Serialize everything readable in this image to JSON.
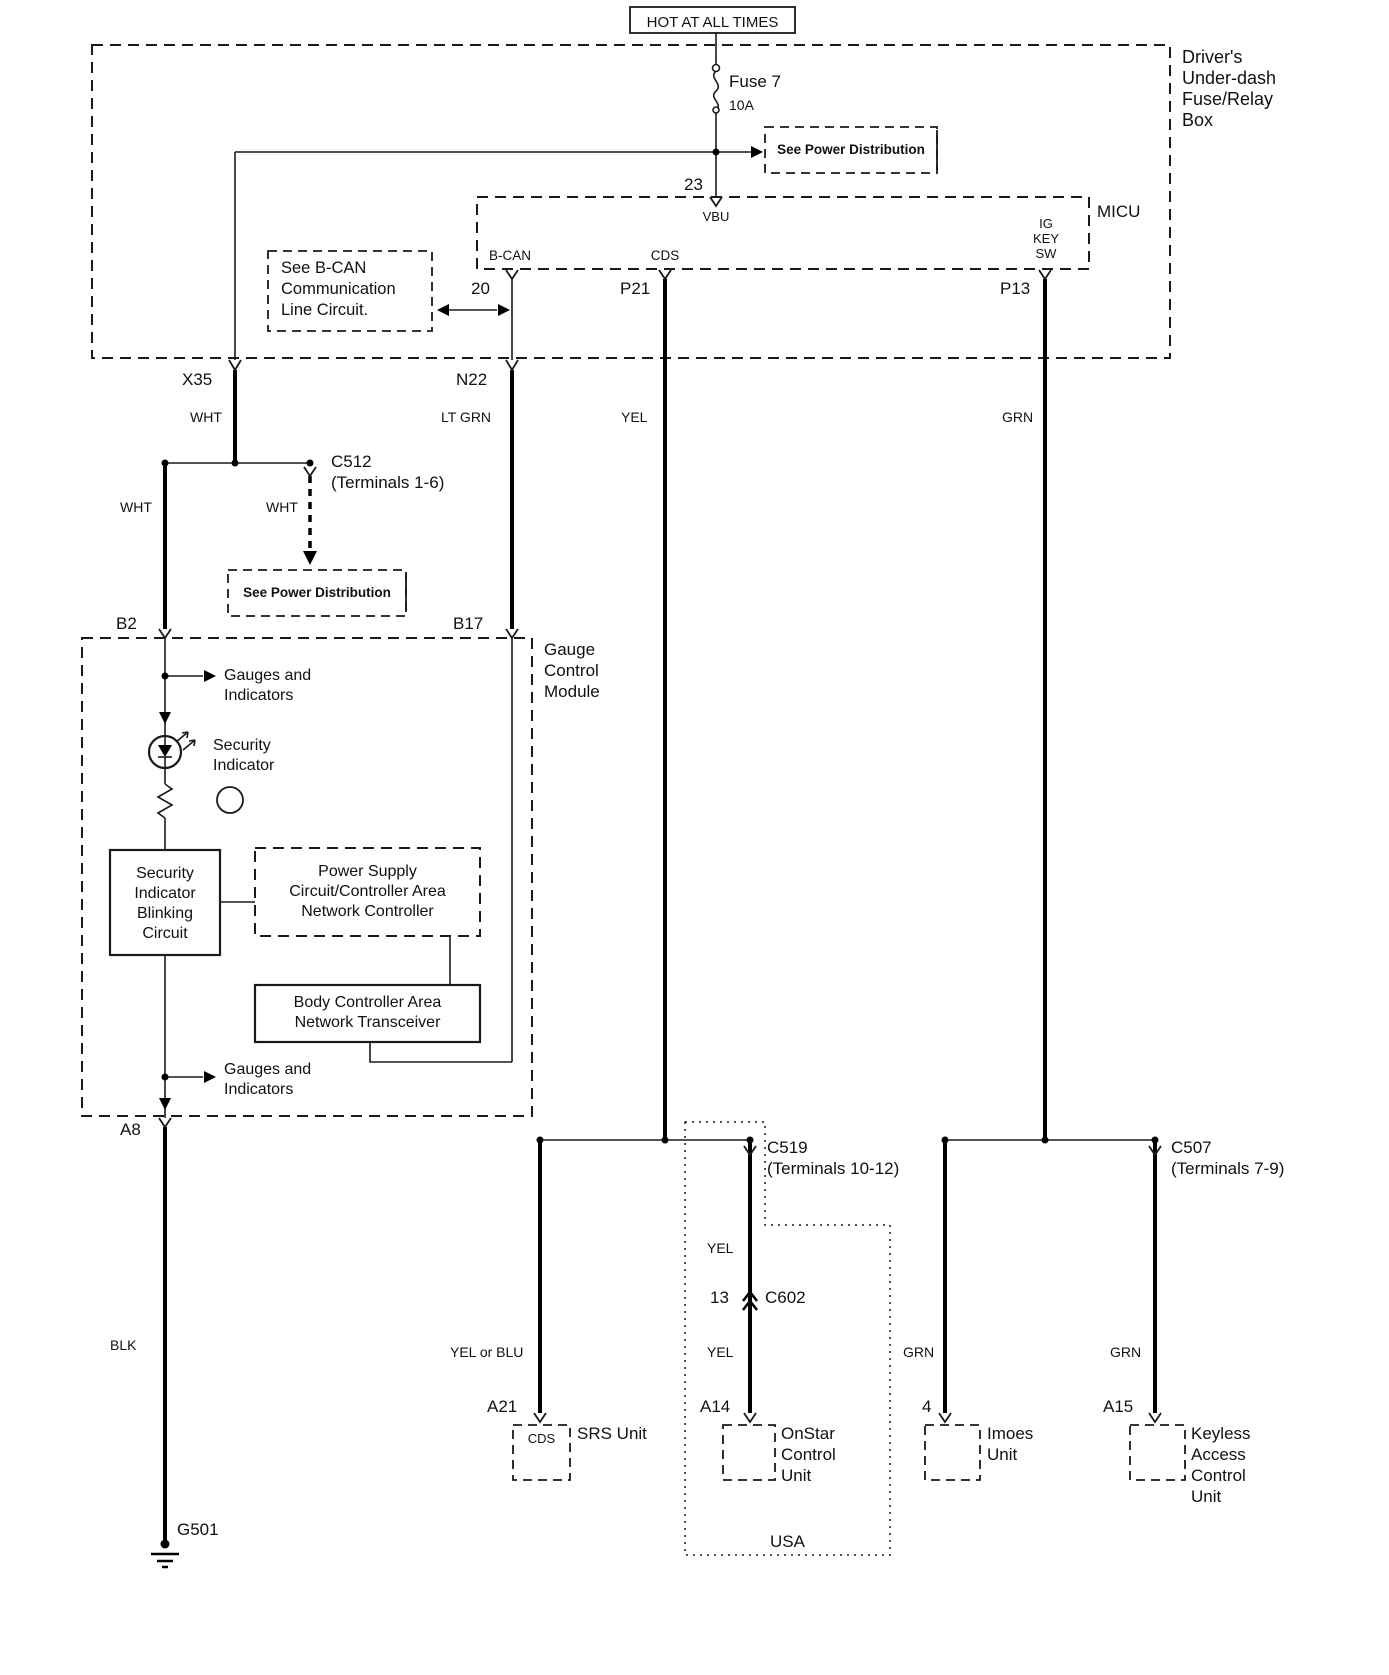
{
  "header": {
    "hot_at_all_times": "HOT AT ALL TIMES"
  },
  "fuse_box": {
    "label": "Driver's\nUnder-dash\nFuse/Relay\nBox",
    "fuse_name": "Fuse 7",
    "fuse_rating": "10A",
    "see_power_distribution": "See Power Distribution",
    "pin_23": "23"
  },
  "micu": {
    "label": "MICU",
    "pin_vbu": "VBU",
    "pin_ig_key_sw": "IG\nKEY\nSW",
    "pin_b_can": "B-CAN",
    "pin_cds": "CDS",
    "pin_20": "20",
    "pin_p21": "P21",
    "pin_p13": "P13"
  },
  "notes": {
    "see_b_can": "See B-CAN\nCommunication\nLine Circuit.",
    "see_power_distribution": "See Power Distribution"
  },
  "connectors": {
    "x35": "X35",
    "n22": "N22",
    "c512": "C512\n(Terminals 1-6)",
    "b2": "B2",
    "b17": "B17",
    "a8": "A8",
    "c519": "C519\n(Terminals 10-12)",
    "c507": "C507\n(Terminals 7-9)",
    "pin_13": "13",
    "c602": "C602",
    "a21": "A21",
    "a14": "A14",
    "pin_4": "4",
    "a15": "A15"
  },
  "wire_colors": {
    "x35_wht": "WHT",
    "left_wht": "WHT",
    "c512_wht": "WHT",
    "n22_lt_grn": "LT GRN",
    "p21_yel": "YEL",
    "p13_grn": "GRN",
    "a8_blk": "BLK",
    "srs_yel_or_blu": "YEL or BLU",
    "onstar_yel_upper": "YEL",
    "onstar_yel_lower": "YEL",
    "imoes_grn": "GRN",
    "keyless_grn": "GRN"
  },
  "gauge_module": {
    "label": "Gauge\nControl\nModule",
    "gauges_and_indicators_top": "Gauges and\nIndicators",
    "security_indicator": "Security\nIndicator",
    "blinking_circuit": "Security\nIndicator\nBlinking\nCircuit",
    "power_supply": "Power Supply\nCircuit/Controller Area\nNetwork Controller",
    "body_can": "Body Controller Area\nNetwork Transceiver",
    "gauges_and_indicators_bottom": "Gauges and\nIndicators"
  },
  "ground": {
    "g501": "G501"
  },
  "units": {
    "srs_cds": "CDS",
    "srs": "SRS Unit",
    "onstar": "OnStar\nControl\nUnit",
    "imoes": "Imoes\nUnit",
    "keyless": "Keyless\nAccess\nControl\nUnit",
    "usa": "USA"
  }
}
